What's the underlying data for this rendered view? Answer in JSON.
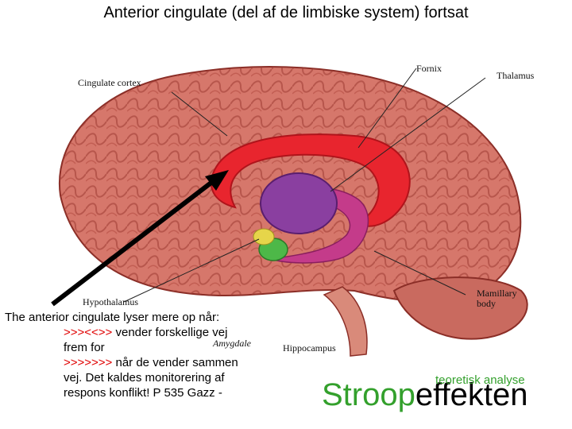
{
  "slide": {
    "title": "Anterior cingulate (del af de limbiske system) fortsat"
  },
  "figure": {
    "labels": {
      "cingulate_cortex": "Cingulate cortex",
      "fornix": "Fornix",
      "thalamus": "Thalamus",
      "hypothalamus": "Hypothalamus",
      "amygdale": "Amygdale",
      "hippocampus": "Hippocampus",
      "mamillary_line1": "Mamillary",
      "mamillary_line2": "body"
    },
    "colors": {
      "cortex": "#d6776b",
      "cingulate": "#e8252e",
      "thalamus": "#8a3fa0",
      "fornix": "#c43b8a",
      "amygdala": "#4db848",
      "hypothalamus": "#e6d54a",
      "arrow": "#000000"
    }
  },
  "caption": {
    "line1": "The anterior cingulate lyser mere op når:",
    "line2_red": ">>><<>>",
    "line2_rest": " vender forskellige vej",
    "line3": "frem for",
    "line4_red": ">>>>>>>",
    "line4_rest": " når de vender sammen",
    "line5": "vej. Det kaldes monitorering af",
    "line6": "respons konflikt! P 535 Gazz -"
  },
  "stroop": {
    "part1": "Stroop",
    "part2": "effekten",
    "overlay": "teoretisk analyse",
    "colors": {
      "green": "#33a02c",
      "black": "#000000"
    }
  }
}
